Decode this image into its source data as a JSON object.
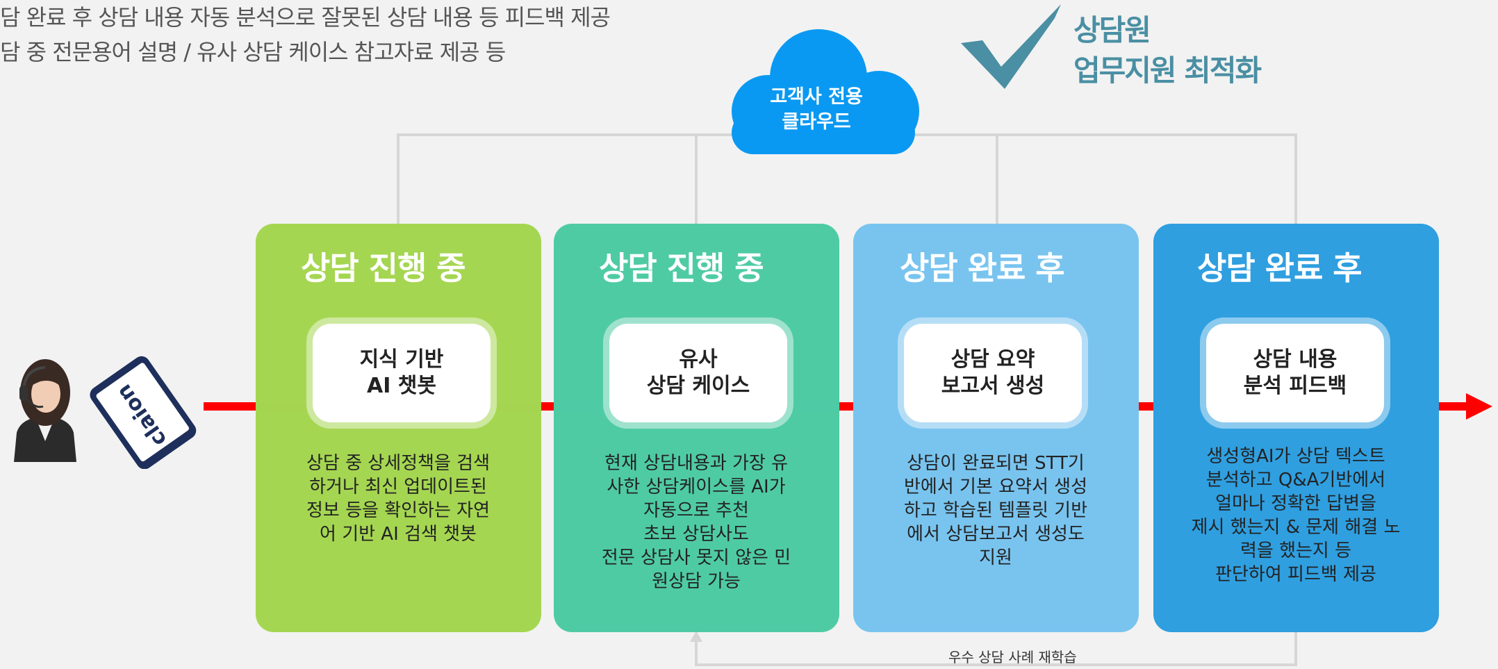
{
  "header": {
    "line1": "담 완료 후 상담 내용 자동 분석으로 잘못된 상담 내용 등 피드백 제공",
    "line2": "담 중 전문용어 설명 / 유사 상담 케이스 참고자료 제공 등",
    "tagline_line1": "상담원",
    "tagline_line2": "업무지원 최적화"
  },
  "cloud": {
    "line1": "고객사 전용",
    "line2": "클라우드"
  },
  "device": {
    "logo": "claion"
  },
  "cards": [
    {
      "title": "상담 진행 중",
      "box_line1": "지식 기반",
      "box_line2": "AI 챗봇",
      "desc": [
        "상담 중 상세정책을 검색",
        "하거나 최신 업데이트된",
        "정보 등을 확인하는 자연",
        "어 기반 AI 검색 챗봇"
      ],
      "color": "#a5d651"
    },
    {
      "title": "상담 진행 중",
      "box_line1": "유사",
      "box_line2": "상담 케이스",
      "desc": [
        "현재 상담내용과 가장 유",
        "사한 상담케이스를 AI가",
        "자동으로 추천",
        "초보 상담사도",
        "전문 상담사 못지 않은 민",
        "원상담 가능"
      ],
      "color": "#4fcba4"
    },
    {
      "title": "상담 완료 후",
      "box_line1": "상담 요약",
      "box_line2": "보고서 생성",
      "desc": [
        "상담이 완료되면 STT기",
        "반에서 기본 요약서 생성",
        "하고 학습된 템플릿 기반",
        "에서 상담보고서 생성도",
        "지원"
      ],
      "color": "#79c4ef"
    },
    {
      "title": "상담 완료 후",
      "box_line1": "상담 내용",
      "box_line2": "분석 피드백",
      "desc": [
        "생성형AI가 상담 텍스트",
        "분석하고 Q&A기반에서",
        "얼마나 정확한 답변을",
        "제시 했는지 & 문제 해결 노",
        "력을 했는지 등",
        "판단하여 피드백 제공"
      ],
      "color": "#2f9fe0"
    }
  ],
  "feedback_loop": {
    "label": "우수 상담 사례 재학습"
  },
  "colors": {
    "flow_arrow": "#ff0000",
    "cloud": "#0a99f2",
    "check": "#4a8fa3",
    "connector": "#d6d6d6"
  }
}
